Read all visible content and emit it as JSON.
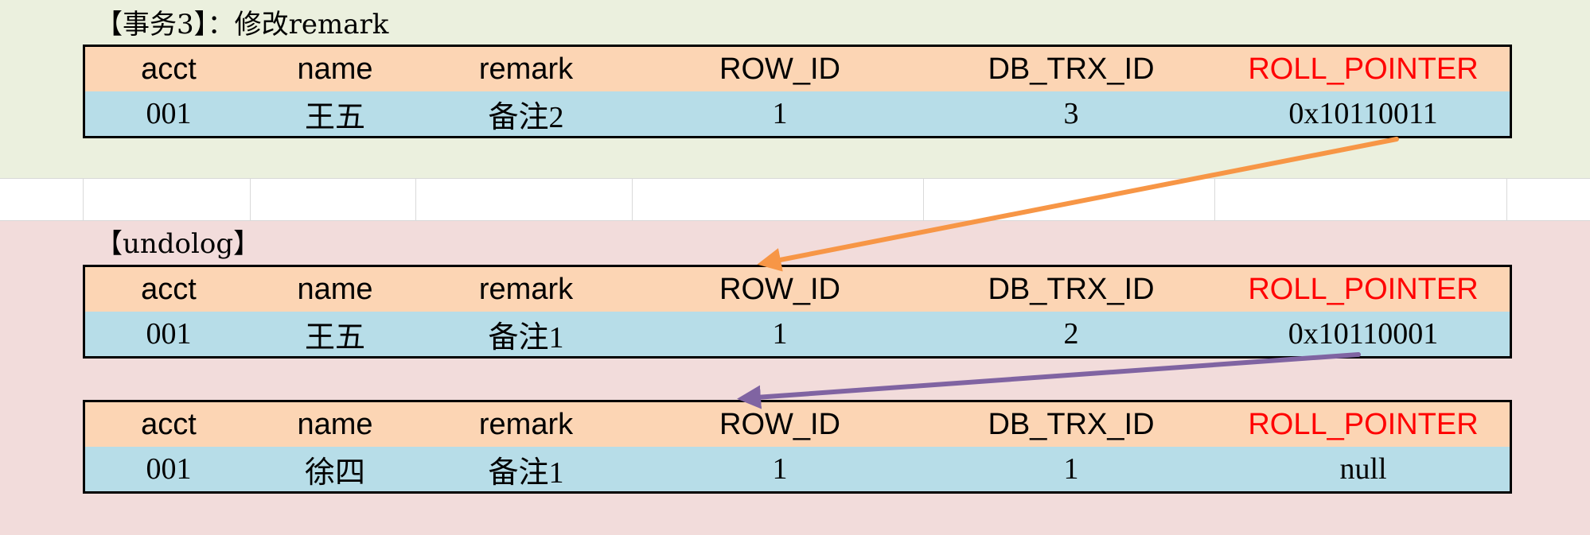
{
  "sections": [
    {
      "title": "【事务3】：修改remark",
      "headers": [
        "acct",
        "name",
        "remark",
        "ROW_ID",
        "DB_TRX_ID",
        "ROLL_POINTER"
      ],
      "row": [
        "001",
        "王五",
        "备注2",
        "1",
        "3",
        "0x10110011"
      ]
    },
    {
      "title": "【undolog】",
      "headers": [
        "acct",
        "name",
        "remark",
        "ROW_ID",
        "DB_TRX_ID",
        "ROLL_POINTER"
      ],
      "row": [
        "001",
        "王五",
        "备注1",
        "1",
        "2",
        "0x10110001"
      ]
    },
    {
      "title": "",
      "headers": [
        "acct",
        "name",
        "remark",
        "ROW_ID",
        "DB_TRX_ID",
        "ROLL_POINTER"
      ],
      "row": [
        "001",
        "徐四",
        "备注1",
        "1",
        "1",
        "null"
      ]
    }
  ],
  "colors": {
    "band_top": "#ebf0de",
    "band_bottom": "#f2dcdb",
    "header_bg": "#fcd5b4",
    "row_bg": "#b7dde8",
    "roll_pointer_header": "#ff0000",
    "arrow_1": "#f79646",
    "arrow_2": "#8064a2"
  }
}
